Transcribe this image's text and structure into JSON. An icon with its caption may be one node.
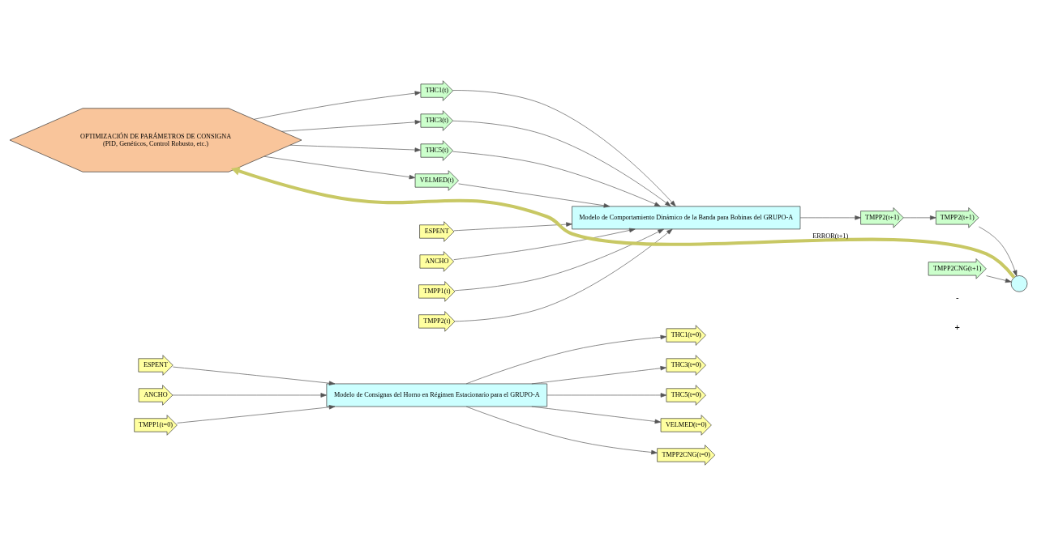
{
  "diagram": {
    "nodes": [
      {
        "text": [
          "ESPENT"
        ]
      },
      {
        "text": [
          "ANCHO"
        ]
      },
      {
        "text": [
          "TMPP1(t=0)"
        ]
      },
      {
        "text": [
          "Modelo de Consignas del Horno en Régimen Estacionario para el GRUPO-A"
        ]
      },
      {
        "text": [
          "THC1(t=0)"
        ]
      },
      {
        "text": [
          "THC3(t=0)"
        ]
      },
      {
        "text": [
          "THC5(t=0)"
        ]
      },
      {
        "text": [
          "VELMED(t=0)"
        ]
      },
      {
        "text": [
          "TMPP2CNG(t=0)"
        ]
      },
      {
        "text": [
          "OPTIMIZACIÓN DE PARÁMETROS DE CONSIGNA",
          "(PID, Genéticos, Control Robusto, etc.)"
        ]
      },
      {
        "text": [
          "THC1(t)"
        ]
      },
      {
        "text": [
          "THC3(t)"
        ]
      },
      {
        "text": [
          "THC5(t)"
        ]
      },
      {
        "text": [
          "VELMED(t)"
        ]
      },
      {
        "text": [
          "ESPENT"
        ]
      },
      {
        "text": [
          "ANCHO"
        ]
      },
      {
        "text": [
          "TMPP1(t)"
        ]
      },
      {
        "text": [
          "TMPP2(t)"
        ]
      },
      {
        "text": [
          "Modelo de Comportamiento Dinámico de la Banda para Bobinas del GRUPO-A"
        ]
      },
      {
        "text": [
          "TMPP2(t+1)"
        ]
      },
      {
        "text": [
          "TMPP2(t+1)"
        ]
      },
      {
        "text": [],
        "shape": "circle"
      },
      {
        "text": [
          "TMPP2CNG(t+1)"
        ]
      }
    ],
    "edges": [
      {
        "from": 0,
        "to": 3,
        "arrow": "to"
      },
      {
        "from": 1,
        "to": 3,
        "arrow": "to"
      },
      {
        "from": 2,
        "to": 3,
        "arrow": "to"
      },
      {
        "from": 3,
        "to": 4,
        "arrow": "to"
      },
      {
        "from": 3,
        "to": 5,
        "arrow": "to"
      },
      {
        "from": 3,
        "to": 6,
        "arrow": "to"
      },
      {
        "from": 3,
        "to": 7,
        "arrow": "to"
      },
      {
        "from": 3,
        "to": 8,
        "arrow": "to"
      },
      {
        "from": 9,
        "to": 10,
        "arrow": "to"
      },
      {
        "from": 9,
        "to": 11,
        "arrow": "to"
      },
      {
        "from": 9,
        "to": 12,
        "arrow": "to"
      },
      {
        "from": 9,
        "to": 13,
        "arrow": "to"
      },
      {
        "from": 10,
        "to": 18,
        "arrow": "to"
      },
      {
        "from": 11,
        "to": 18,
        "arrow": "to"
      },
      {
        "from": 12,
        "to": 18,
        "arrow": "to"
      },
      {
        "from": 13,
        "to": 18,
        "arrow": "to"
      },
      {
        "from": 14,
        "to": 18,
        "arrow": "to"
      },
      {
        "from": 15,
        "to": 18,
        "arrow": "to"
      },
      {
        "from": 16,
        "to": 18,
        "arrow": "to"
      },
      {
        "from": 17,
        "to": 18,
        "arrow": "to"
      },
      {
        "from": 18,
        "to": 19,
        "arrow": "to"
      },
      {
        "from": 19,
        "to": 20,
        "arrow": "to"
      },
      {
        "from": 20,
        "to": 21,
        "arrow": "to"
      },
      {
        "from": 22,
        "to": 21,
        "arrow": "to"
      },
      {
        "from": 21,
        "to": 9,
        "arrow": "to",
        "label": "ERROR(t+1)",
        "style": "thick",
        "color": "#c8c864"
      }
    ],
    "labels": [
      "-",
      "+"
    ]
  }
}
